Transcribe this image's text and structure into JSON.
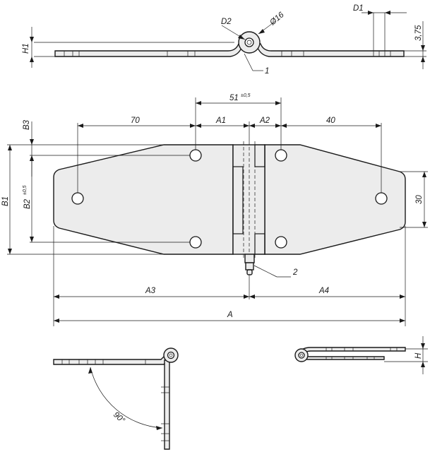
{
  "labels": {
    "d2": "D2",
    "d16": "Ø16",
    "d1": "D1",
    "t375": "3,75",
    "h1": "H1",
    "callout1": "1",
    "dim51": "51",
    "tol51": "±0,5",
    "dim70": "70",
    "a1": "A1",
    "a2": "A2",
    "dim40": "40",
    "b3": "B3",
    "b1": "B1",
    "b2": "B2",
    "tolb2": "±0,5",
    "dim30": "30",
    "callout2": "2",
    "a3": "A3",
    "a4": "A4",
    "a": "A",
    "angle": "90°",
    "h": "H"
  }
}
